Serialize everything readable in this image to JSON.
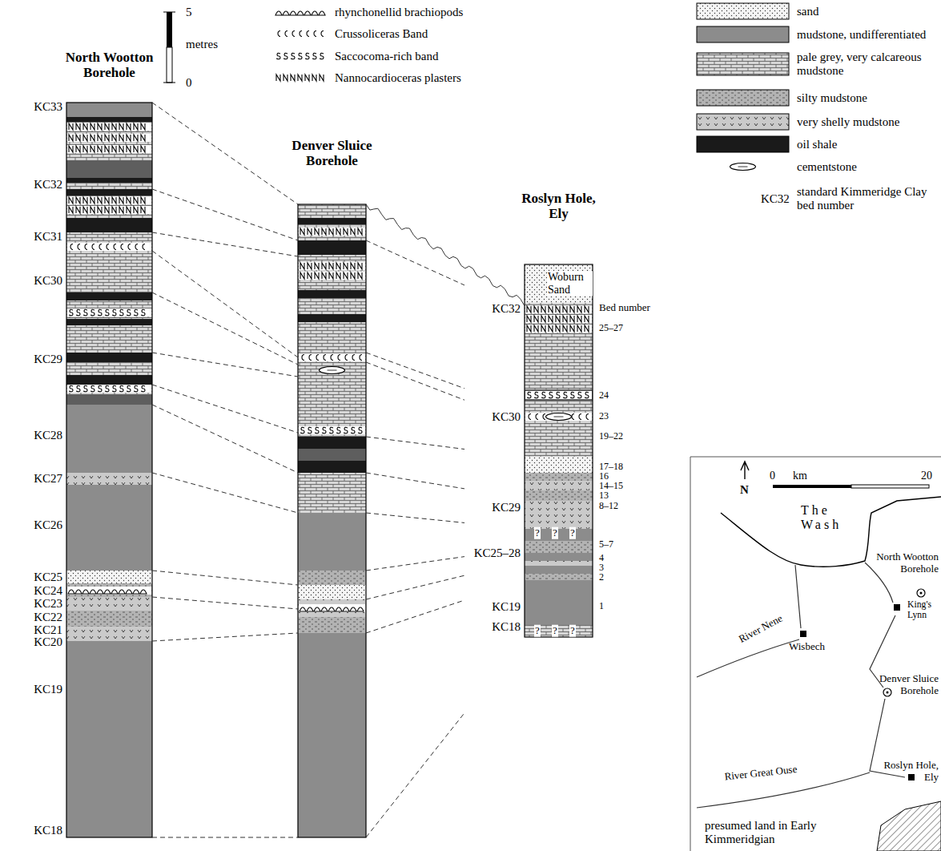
{
  "diagram": {
    "nodes": [
      {
        "text": [
          "North Wootton Borehole"
        ]
      },
      {
        "text": [
          "Denver Sluice Borehole"
        ]
      },
      {
        "text": [
          "Roslyn Hole, Ely"
        ]
      },
      {
        "text": [
          "N",
          "0",
          "km",
          "20",
          "The Wash",
          "North Wootton Borehole",
          "King's Lynn",
          "River Nene",
          "Wisbech",
          "Denver Sluice Borehole",
          "Roslyn Hole, Ely",
          "River Great Ouse",
          "presumed land in Early Kimmeridgian"
        ]
      }
    ],
    "labels": [
      "5",
      "metres",
      "0",
      "KC33",
      "KC32",
      "KC31",
      "KC30",
      "KC29",
      "KC28",
      "KC27",
      "KC26",
      "KC25",
      "KC24",
      "KC23",
      "KC22",
      "KC21",
      "KC20",
      "KC19",
      "KC18",
      "KC32",
      "KC30",
      "KC29",
      "KC25–28",
      "KC19",
      "KC18",
      "Woburn Sand",
      "Bed number",
      "25–27",
      "24",
      "23",
      "19–22",
      "17–18",
      "16",
      "14–15",
      "13",
      "8–12",
      "5–7",
      "4",
      "3",
      "2",
      "1",
      "KC32",
      "?",
      "?",
      "?",
      "?",
      "?",
      "?"
    ],
    "legend": [
      {
        "text": "rhynchonellid brachiopods"
      },
      {
        "text": "Crussoliceras Band"
      },
      {
        "text": "Saccocoma-rich band"
      },
      {
        "text": "Nannocardioceras plasters"
      },
      {
        "text": "sand"
      },
      {
        "text": "mudstone, undifferentiated",
        "color": "#8c8c8c"
      },
      {
        "text": "pale grey, very calcareous mudstone"
      },
      {
        "text": "silty mudstone"
      },
      {
        "text": "very shelly mudstone"
      },
      {
        "text": "oil shale",
        "color": "#1a1a1a"
      },
      {
        "text": "cementstone"
      },
      {
        "text": "standard Kimmeridge Clay bed number"
      }
    ]
  }
}
